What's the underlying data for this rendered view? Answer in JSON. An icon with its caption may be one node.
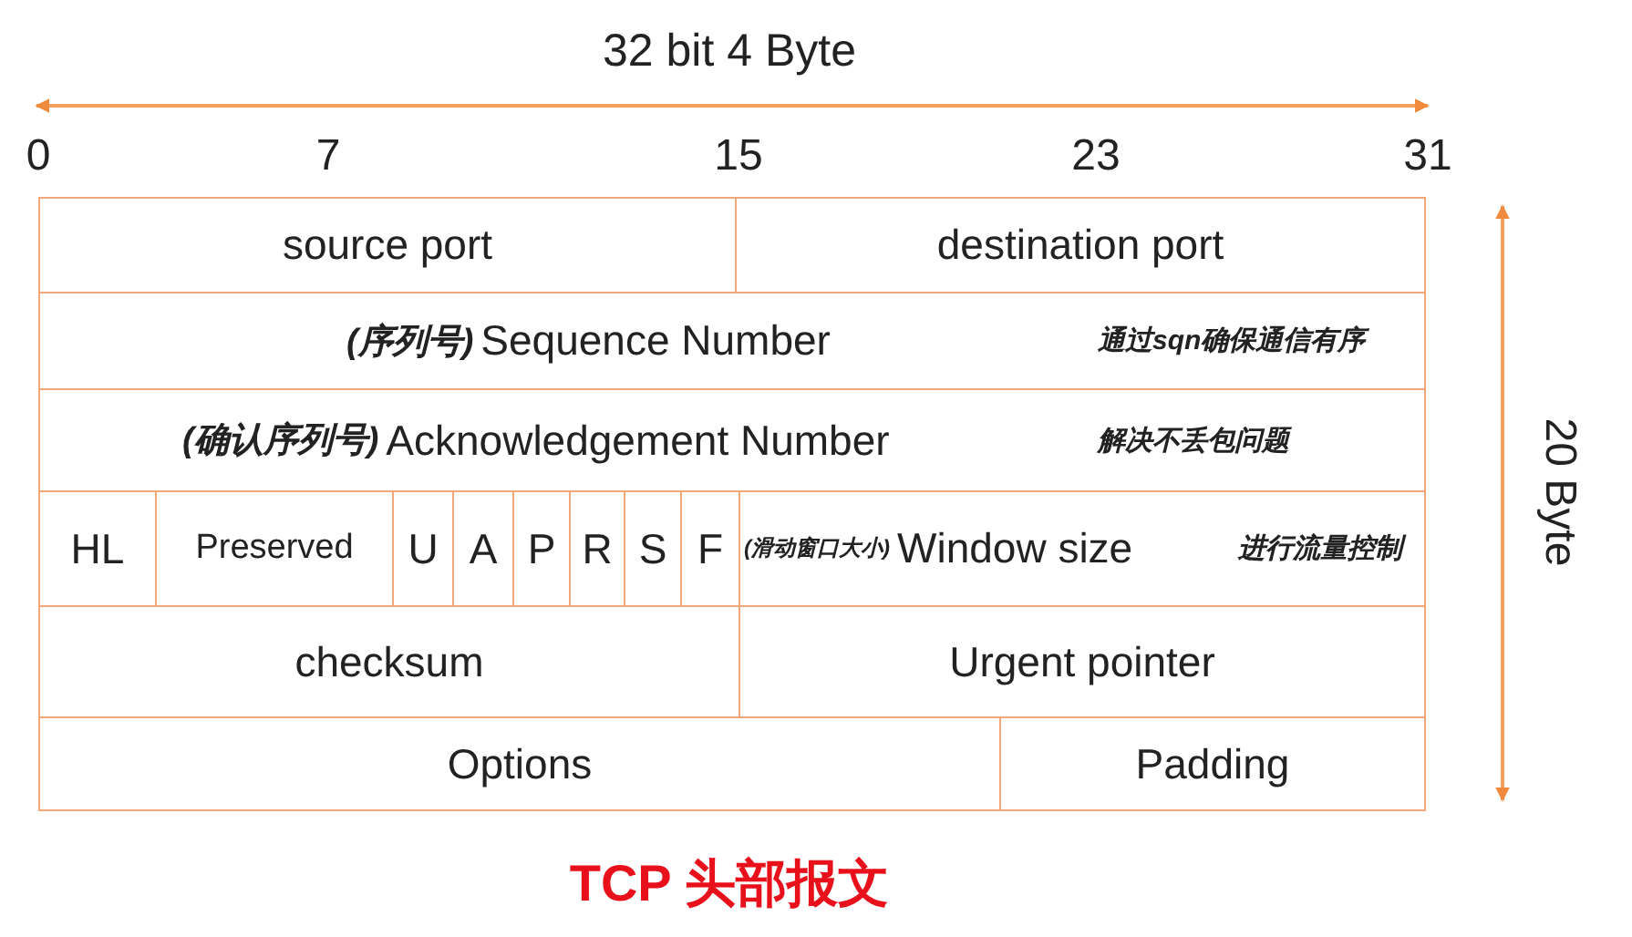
{
  "diagram": {
    "title": "32 bit 4 Byte",
    "caption": "TCP 头部报文",
    "nodes": [
      {
        "text": [
          "source port"
        ]
      },
      {
        "text": [
          "destination port"
        ]
      },
      {
        "text": [
          "(序列号)",
          "Sequence Number",
          "通过sqn确保通信有序"
        ]
      },
      {
        "text": [
          "(确认序列号)",
          "Acknowledgement Number",
          "解决不丢包问题"
        ]
      },
      {
        "text": [
          "HL"
        ]
      },
      {
        "text": [
          "Preserved"
        ]
      },
      {
        "text": [
          "U"
        ]
      },
      {
        "text": [
          "A"
        ]
      },
      {
        "text": [
          "P"
        ]
      },
      {
        "text": [
          "R"
        ]
      },
      {
        "text": [
          "S"
        ]
      },
      {
        "text": [
          "F"
        ]
      },
      {
        "text": [
          "(滑动窗口大小)",
          "Window size",
          "进行流量控制"
        ]
      },
      {
        "text": [
          "checksum"
        ]
      },
      {
        "text": [
          "Urgent pointer"
        ]
      },
      {
        "text": [
          "Options"
        ]
      },
      {
        "text": [
          "Padding"
        ]
      }
    ],
    "labels": [
      "0",
      "7",
      "15",
      "23",
      "31",
      "20 Byte"
    ]
  }
}
